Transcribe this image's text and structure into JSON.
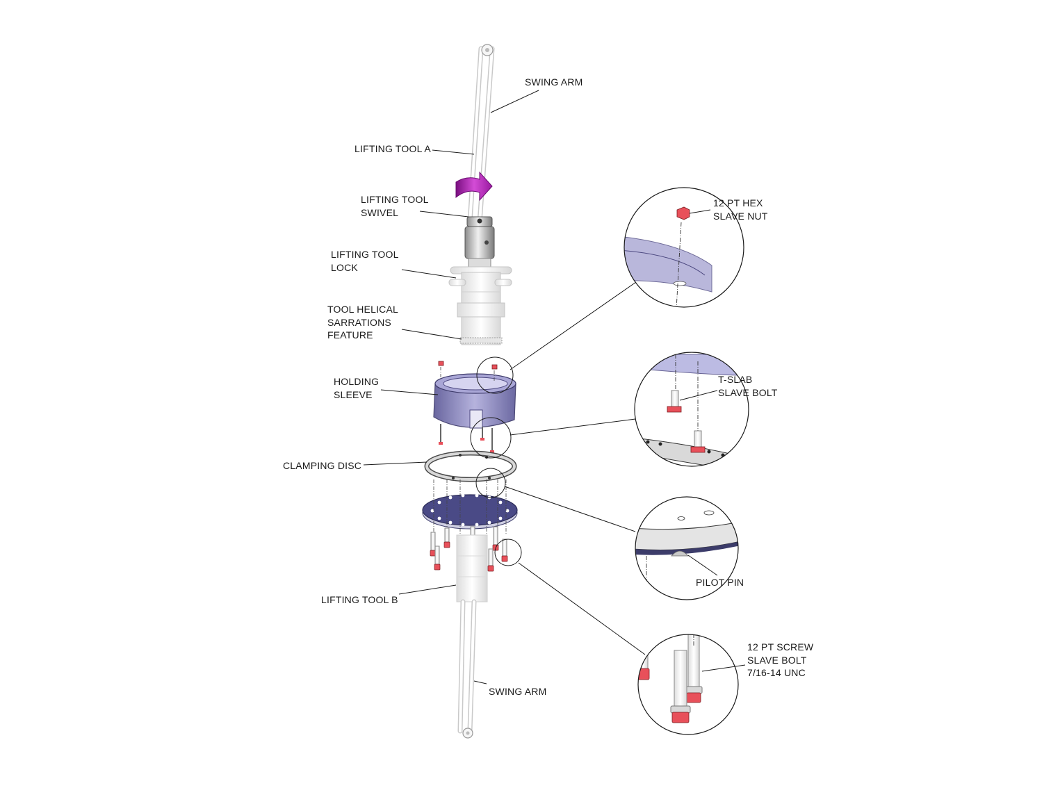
{
  "labels": {
    "swing_arm_top": "SWING ARM",
    "lifting_tool_a": "LIFTING TOOL A",
    "lifting_tool_swivel": [
      "LIFTING TOOL",
      "SWIVEL"
    ],
    "lifting_tool_lock": [
      "LIFTING TOOL",
      "LOCK"
    ],
    "tool_helical": [
      "TOOL HELICAL",
      "SARRATIONS",
      "FEATURE"
    ],
    "holding_sleeve": [
      "HOLDING",
      "SLEEVE"
    ],
    "clamping_disc": "CLAMPING DISC",
    "lifting_tool_b": "LIFTING TOOL B",
    "swing_arm_bottom": "SWING ARM",
    "hex_nut": [
      "12 PT HEX",
      "SLAVE NUT"
    ],
    "tslab_bolt": [
      "T-SLAB",
      "SLAVE BOLT"
    ],
    "pilot_pin": "PILOT PIN",
    "screw_bolt": [
      "12 PT SCREW",
      "SLAVE BOLT",
      "7/16-14 UNC"
    ]
  },
  "colors": {
    "line": "#1a1a1a",
    "part_white": "#f4f4f4",
    "part_outline": "#b9b9b9",
    "sleeve_purple": "#8f8cc0",
    "disc_navy": "#4a4a86",
    "fastener_red": "#e8505a",
    "arrow_magenta": "#b31ab3"
  }
}
